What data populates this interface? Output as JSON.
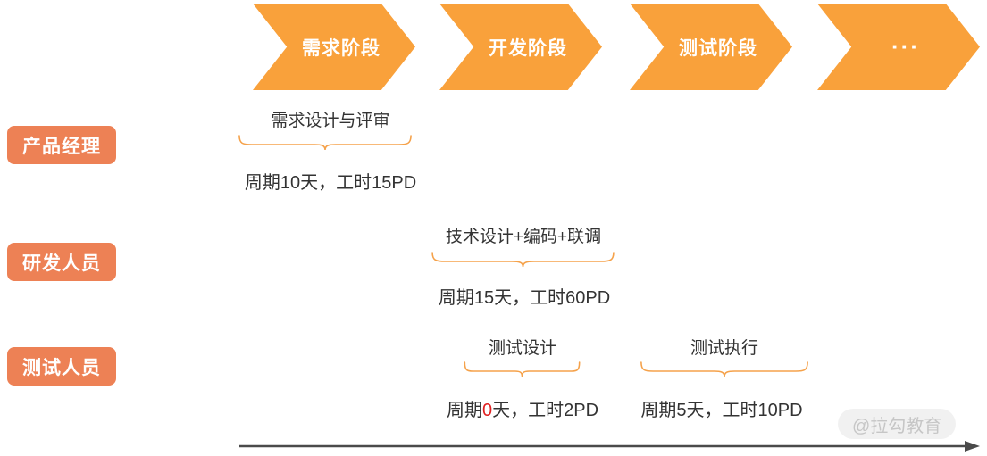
{
  "phases": [
    {
      "label": "需求阶段"
    },
    {
      "label": "开发阶段"
    },
    {
      "label": "测试阶段"
    },
    {
      "label": "···"
    }
  ],
  "roles": [
    {
      "label": "产品经理"
    },
    {
      "label": "研发人员"
    },
    {
      "label": "测试人员"
    }
  ],
  "tasks": [
    {
      "title": "需求设计与评审",
      "duration": "周期10天，工时15PD"
    },
    {
      "title": "技术设计+编码+联调",
      "duration": "周期15天，工时60PD"
    },
    {
      "title": "测试设计",
      "duration_prefix": "周期",
      "duration_highlight": "0",
      "duration_suffix": "天，工时2PD"
    },
    {
      "title": "测试执行",
      "duration": "周期5天，工时10PD"
    }
  ],
  "watermark": "@拉勾教育",
  "colors": {
    "phase_chevron": "#F9A13B",
    "role_pill": "#ED8155",
    "brace": "#F5A24B",
    "text": "#333333",
    "highlight_red": "#E02020",
    "axis": "#4a4a4a",
    "watermark_text": "#c6c6c6"
  }
}
